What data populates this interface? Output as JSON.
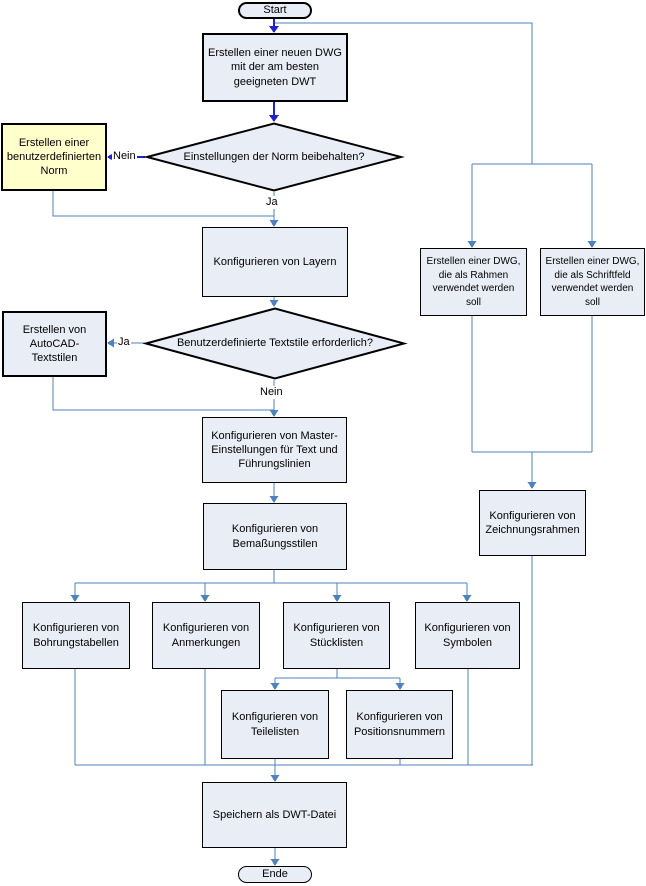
{
  "figure": "flowchart",
  "nodes": {
    "start": "Start",
    "create_dwg": "Erstellen einer neuen DWG mit der am besten geeigneten DWT",
    "custom_norm": "Erstellen einer benutzerdefinierten Norm",
    "decision_norm": "Einstellungen der Norm beibehalten?",
    "layers": "Konfigurieren von Layern",
    "dwg_frame": "Erstellen einer DWG, die als Rahmen verwendet werden soll",
    "dwg_titleblock": "Erstellen einer DWG, die als Schriftfeld verwendet werden soll",
    "autocad_textstyles": "Erstellen von AutoCAD-Textstilen",
    "decision_textstyles": "Benutzerdefinierte Textstile erforderlich?",
    "master_settings": "Konfigurieren von Master-Einstellungen für Text und Führungslinien",
    "dimension_styles": "Konfigurieren von Bemaßungsstilen",
    "drawing_frame": "Konfigurieren von Zeichnungsrahmen",
    "hole_tables": "Konfigurieren von Bohrungstabellen",
    "annotations": "Konfigurieren von Anmerkungen",
    "parts_lists": "Konfigurieren von Stücklisten",
    "symbols": "Konfigurieren von Symbolen",
    "item_lists": "Konfigurieren von Teilelisten",
    "balloons": "Konfigurieren von Positionsnummern",
    "save_dwt": "Speichern als DWT-Datei",
    "end": "Ende"
  },
  "edge_labels": {
    "no_1": "Nein",
    "yes_1": "Ja",
    "yes_2": "Ja",
    "no_2": "Nein"
  },
  "colors": {
    "connector": "#4f81bd",
    "arrow_bright": "#2121ce",
    "node_fill": "#e9edf5",
    "highlight_fill": "#ffffcb",
    "border": "#000000"
  }
}
